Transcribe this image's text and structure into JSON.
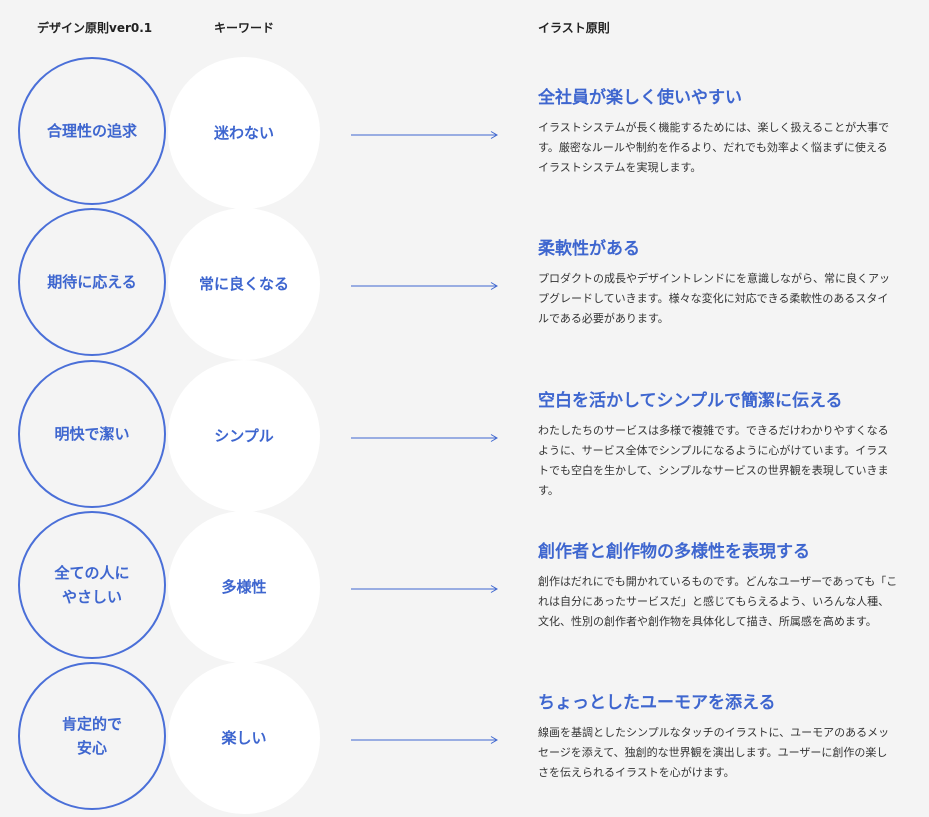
{
  "headers": {
    "principle": "デザイン原則ver0.1",
    "keyword": "キーワード",
    "illust": "イラスト原則"
  },
  "colors": {
    "accent": "#3e66cf",
    "background": "#f4f4f4"
  },
  "rows": [
    {
      "principle": "合理性の追求",
      "keyword": "迷わない",
      "title": "全社員が楽しく使いやすい",
      "body": "イラストシステムが長く機能するためには、楽しく扱えることが大事です。厳密なルールや制約を作るより、だれでも効率よく悩まずに使えるイラストシステムを実現します。"
    },
    {
      "principle": "期待に応える",
      "keyword": "常に良くなる",
      "title": "柔軟性がある",
      "body": "プロダクトの成長やデザイントレンドにを意識しながら、常に良くアップグレードしていきます。様々な変化に対応できる柔軟性のあるスタイルである必要があります。"
    },
    {
      "principle": "明快で潔い",
      "keyword": "シンプル",
      "title": "空白を活かしてシンプルで簡潔に伝える",
      "body": "わたしたちのサービスは多様で複雑です。できるだけわかりやすくなるように、サービス全体でシンプルになるように心がけています。イラストでも空白を生かして、シンプルなサービスの世界観を表現していきます。"
    },
    {
      "principle": "全ての人に\nやさしい",
      "keyword": "多様性",
      "title": "創作者と創作物の多様性を表現する",
      "body": "創作はだれにでも開かれているものです。どんなユーザーであっても「これは自分にあったサービスだ」と感じてもらえるよう、いろんな人種、文化、性別の創作者や創作物を具体化して描き、所属感を高めます。"
    },
    {
      "principle": "肯定的で\n安心",
      "keyword": "楽しい",
      "title": "ちょっとしたユーモアを添える",
      "body": "線画を基調としたシンプルなタッチのイラストに、ユーモアのあるメッセージを添えて、独創的な世界観を演出します。ユーザーに創作の楽しさを伝えられるイラストを心がけます。"
    }
  ]
}
